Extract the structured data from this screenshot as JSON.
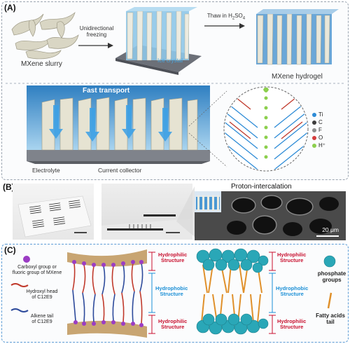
{
  "panel_a": {
    "label": "(A)",
    "mxene_slurry": "MXene slurry",
    "unidirectional_freezing": [
      "Unidirectional",
      "freezing"
    ],
    "ice_crystal": "Ice crystal",
    "thaw_prefix": "Thaw in H",
    "thaw_sub1": "2",
    "thaw_mid": "SO",
    "thaw_sub2": "4",
    "mxene_hydrogel": "MXene hydrogel",
    "fast_transport": "Fast transport",
    "electrolyte": "Electrolyte",
    "current_collector": "Current collector",
    "legend": [
      {
        "symbol": "Ti",
        "color": "#2d8bd6"
      },
      {
        "symbol": "C",
        "color": "#3c3c3c"
      },
      {
        "symbol": "F",
        "color": "#8e8e8e"
      },
      {
        "symbol": "O",
        "color": "#d43c3c"
      },
      {
        "symbol": "H⁺",
        "color": "#8ccf4d"
      }
    ]
  },
  "panel_b": {
    "label": "(B)",
    "proton_intercalation": "Proton-intercalation",
    "scale_bar": "20 μm"
  },
  "panel_c": {
    "label": "(C)",
    "legend_carboxyl": [
      "Carboxyl group or",
      "fluoric group of MXene"
    ],
    "legend_hydroxyl": [
      "Hydroxyl head",
      "of C12E9"
    ],
    "legend_alkene": [
      "Alkene tail",
      "of C12E9"
    ],
    "hydrophilic_structure": [
      "Hydrophilic",
      "Structure"
    ],
    "hydrophobic_structure": [
      "Hydrophobic",
      "Structure"
    ],
    "phosphate_groups": [
      "phosphate",
      "groups"
    ],
    "fatty_acids_tail": [
      "Fatty acids",
      "tail"
    ]
  }
}
